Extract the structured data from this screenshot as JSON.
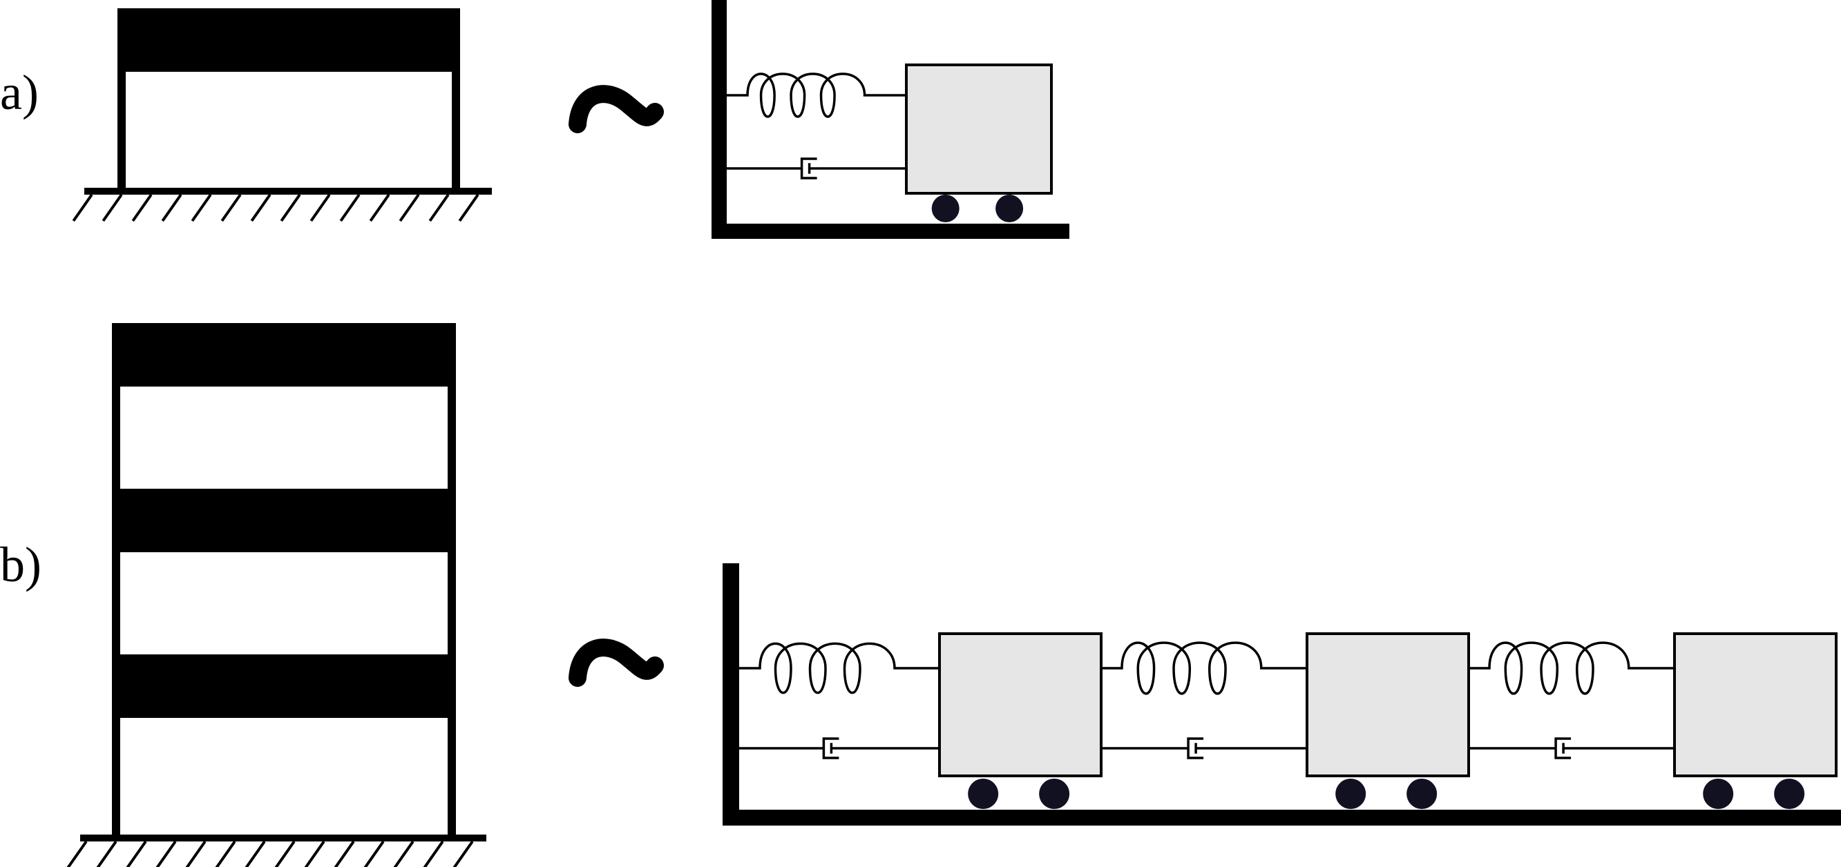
{
  "panels": [
    {
      "label": "a)",
      "stories": 1,
      "masses": 1
    },
    {
      "label": "b)",
      "stories": 3,
      "masses": 3
    }
  ],
  "colors": {
    "ink": "#000000",
    "mass_fill": "#e6e6e6",
    "wheel_fill": "#111122",
    "background": "#ffffff"
  }
}
